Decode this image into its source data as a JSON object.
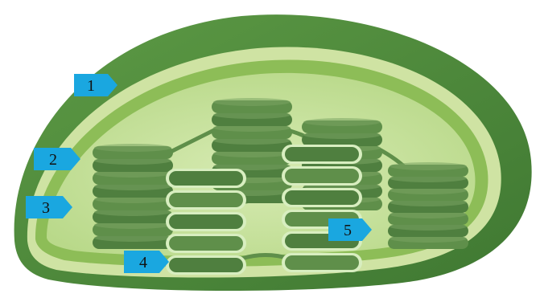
{
  "diagram": {
    "labels": [
      {
        "id": "1",
        "text": "1"
      },
      {
        "id": "2",
        "text": "2"
      },
      {
        "id": "3",
        "text": "3"
      },
      {
        "id": "4",
        "text": "4"
      },
      {
        "id": "5",
        "text": "5"
      }
    ]
  },
  "colors": {
    "label_fill": "#1aa7e0",
    "outer_membrane": "#4f8a3c",
    "inner_membrane": "#8fbe5a",
    "intermembrane_space": "#dbe9b9",
    "stroma": "#c7e29a",
    "thylakoid_dark": "#4f7f3f",
    "thylakoid_mid": "#5f8f4a",
    "thylakoid_outline": "#d8eec0"
  }
}
